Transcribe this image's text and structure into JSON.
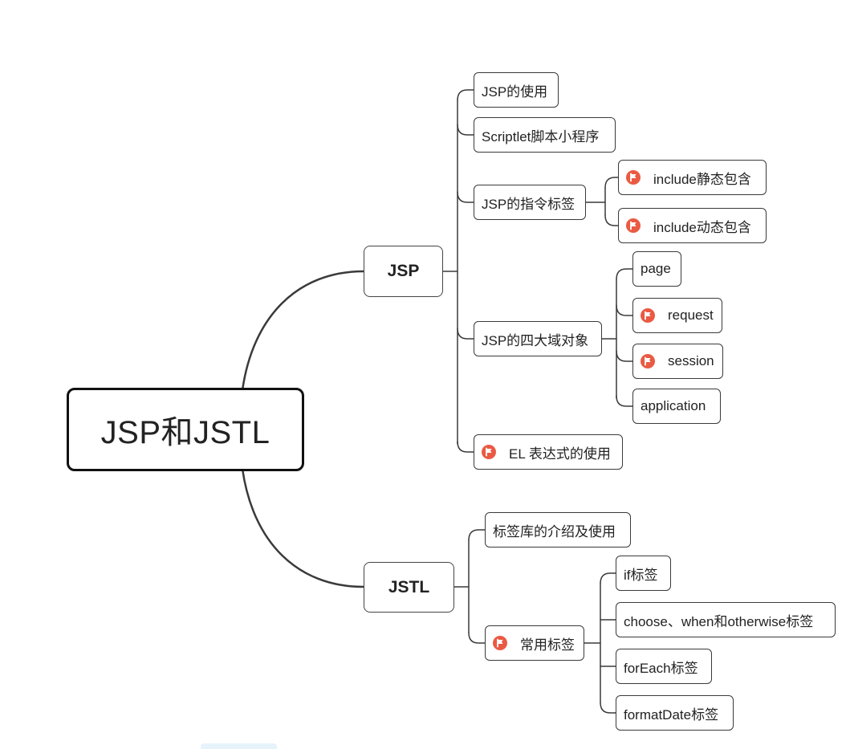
{
  "colors": {
    "line": "#3a3a3a",
    "flag": "#ea5a43",
    "border": "#3a3a3a"
  },
  "root": {
    "label": "JSP和JSTL"
  },
  "branches": [
    {
      "label": "JSP",
      "children": [
        {
          "label": "JSP的使用",
          "flag": false
        },
        {
          "label": "Scriptlet脚本小程序",
          "flag": false
        },
        {
          "label": "JSP的指令标签",
          "flag": false,
          "children": [
            {
              "label": "include静态包含",
              "flag": true
            },
            {
              "label": "include动态包含",
              "flag": true
            }
          ]
        },
        {
          "label": "JSP的四大域对象",
          "flag": false,
          "children": [
            {
              "label": "page",
              "flag": false
            },
            {
              "label": "request",
              "flag": true
            },
            {
              "label": "session",
              "flag": true
            },
            {
              "label": "application",
              "flag": false
            }
          ]
        },
        {
          "label": "EL 表达式的使用",
          "flag": true
        }
      ]
    },
    {
      "label": "JSTL",
      "children": [
        {
          "label": "标签库的介绍及使用",
          "flag": false
        },
        {
          "label": "常用标签",
          "flag": true,
          "children": [
            {
              "label": "if标签",
              "flag": false
            },
            {
              "label": "choose、when和otherwise标签",
              "flag": false
            },
            {
              "label": "forEach标签",
              "flag": false
            },
            {
              "label": "formatDate标签",
              "flag": false
            }
          ]
        }
      ]
    }
  ]
}
